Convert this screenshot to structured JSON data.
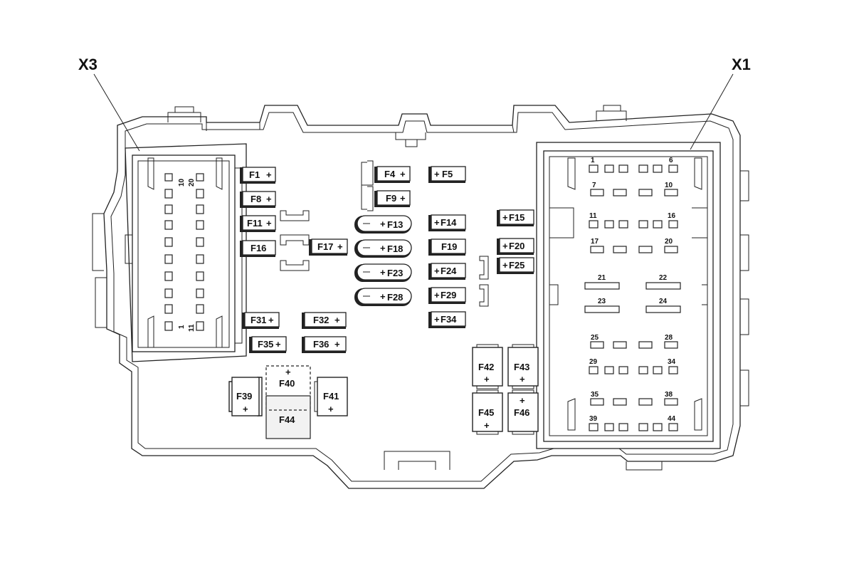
{
  "connectors": {
    "x3": "X3",
    "x1": "X1"
  },
  "x3_pins": {
    "p10": "10",
    "p20": "20",
    "p1": "1",
    "p11": "11"
  },
  "x1_pins": {
    "p1": "1",
    "p6": "6",
    "p7": "7",
    "p10": "10",
    "p11": "11",
    "p16": "16",
    "p17": "17",
    "p20": "20",
    "p21": "21",
    "p22": "22",
    "p23": "23",
    "p24": "24",
    "p25": "25",
    "p28": "28",
    "p29": "29",
    "p34": "34",
    "p35": "35",
    "p38": "38",
    "p39": "39",
    "p44": "44"
  },
  "fuses": {
    "f1": "F1",
    "f4": "F4",
    "f5": "F5",
    "f8": "F8",
    "f9": "F9",
    "f11": "F11",
    "f13": "F13",
    "f14": "F14",
    "f15": "F15",
    "f16": "F16",
    "f17": "F17",
    "f18": "F18",
    "f19": "F19",
    "f20": "F20",
    "f23": "F23",
    "f24": "F24",
    "f25": "F25",
    "f28": "F28",
    "f29": "F29",
    "f31": "F31",
    "f32": "F32",
    "f34": "F34",
    "f35": "F35",
    "f36": "F36",
    "f39": "F39",
    "f40": "F40",
    "f41": "F41",
    "f42": "F42",
    "f43": "F43",
    "f44": "F44",
    "f45": "F45",
    "f46": "F46"
  },
  "plus": "+"
}
